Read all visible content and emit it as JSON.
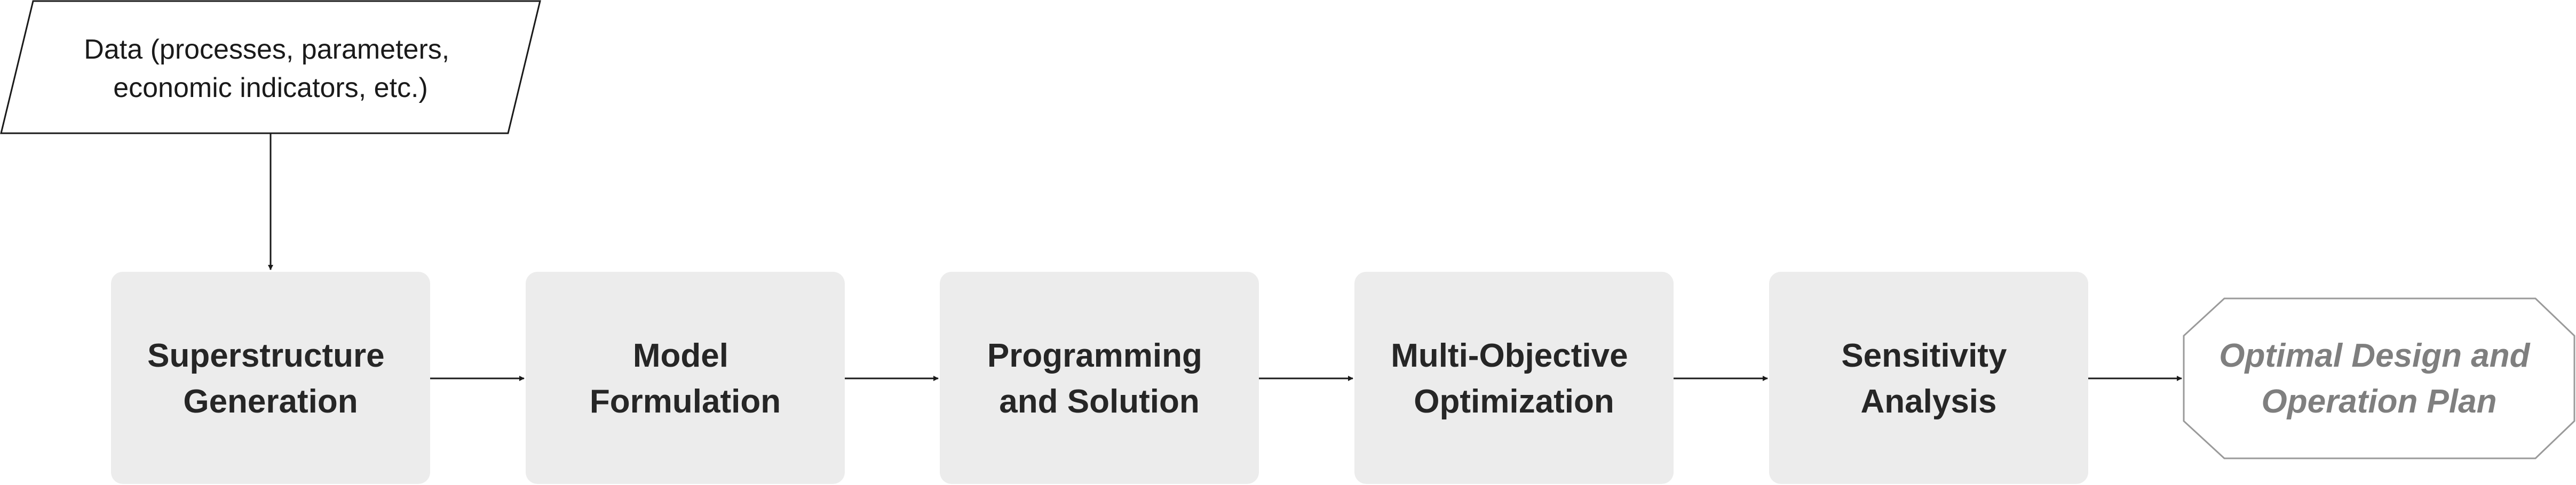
{
  "input": {
    "lines": [
      "Data (processes, parameters,",
      "economic indicators, etc.)"
    ]
  },
  "steps": [
    {
      "lines": [
        "Superstructure",
        "Generation"
      ]
    },
    {
      "lines": [
        "Model",
        "Formulation"
      ]
    },
    {
      "lines": [
        "Programming",
        "and Solution"
      ]
    },
    {
      "lines": [
        "Multi-Objective",
        "Optimization"
      ]
    },
    {
      "lines": [
        "Sensitivity",
        "Analysis"
      ]
    }
  ],
  "output": {
    "lines": [
      "Optimal Design and",
      "Operation Plan"
    ]
  },
  "colors": {
    "step_fill": "#ececec",
    "stroke": "#1a1a1a",
    "output_stroke": "#9a9a9a",
    "output_text": "#7f7f7f"
  }
}
